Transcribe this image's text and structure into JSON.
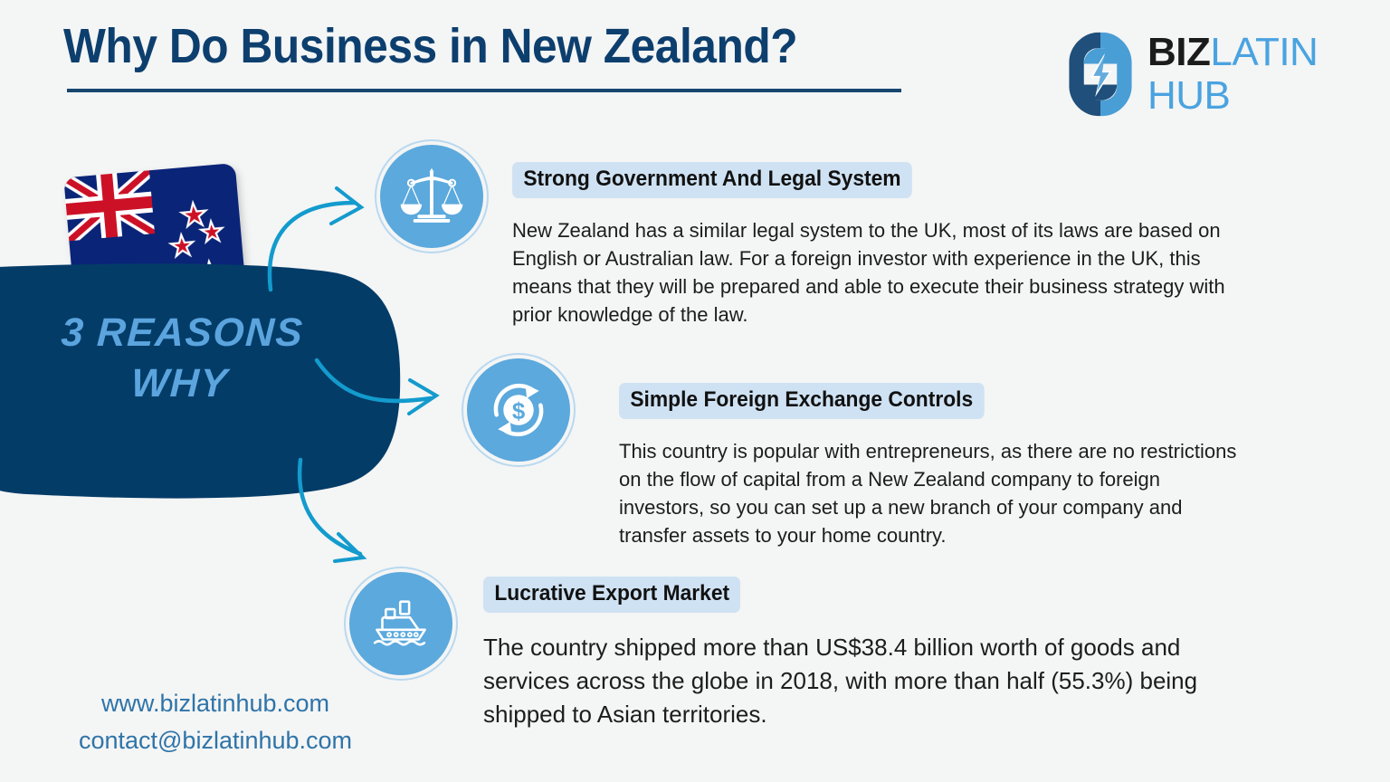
{
  "header": {
    "title": "Why Do Business in New Zealand?",
    "rule_color": "#17466f",
    "title_color": "#0d3f6e"
  },
  "logo": {
    "mark_name": "bizlatinhub-logo-mark",
    "word_biz": "BIZ",
    "word_latin": "LATIN",
    "word_hub": "HUB",
    "color_dark": "#1b1b1b",
    "color_blue": "#4aa3e0",
    "mark_navy": "#1f4f7a",
    "mark_light": "#4a9ed6"
  },
  "flag": {
    "name": "new-zealand-flag",
    "field_color": "#0a2478",
    "cross_red": "#cc1126",
    "white": "#ffffff",
    "stars": 4
  },
  "banner": {
    "label_line_1": "3 REASONS",
    "label_line_2": "WHY",
    "bg_color": "#043c68",
    "text_color": "#5ba4de"
  },
  "arrows": {
    "color": "#139bcd",
    "count": 3
  },
  "sections": [
    {
      "icon": "scales-of-justice-icon",
      "heading": "Strong Government And Legal System",
      "body": "New Zealand has a similar legal system to the UK, most of its laws are based on English or Australian law. For a foreign investor with experience in the UK, this means that they will be prepared and able to execute their business strategy with prior knowledge of the law."
    },
    {
      "icon": "currency-exchange-icon",
      "heading": "Simple Foreign Exchange Controls",
      "body": "This country is popular with entrepreneurs, as there are no restrictions on the flow of capital from a New Zealand company to foreign investors, so you can set up a new branch of your company and transfer assets to your home country."
    },
    {
      "icon": "cargo-ship-icon",
      "heading": "Lucrative Export Market",
      "body": "The country shipped more than US$38.4 billion worth of goods and services across the globe in 2018, with more than half (55.3%) being shipped to Asian territories."
    }
  ],
  "footer": {
    "website": "www.bizlatinhub.com",
    "email": "contact@bizlatinhub.com",
    "color": "#2f74a8"
  },
  "theme": {
    "background": "#f4f5f5",
    "icon_circle": "#5ba9dd",
    "icon_ring": "#b9d9ef",
    "badge_bg": "#cfe2f3"
  }
}
